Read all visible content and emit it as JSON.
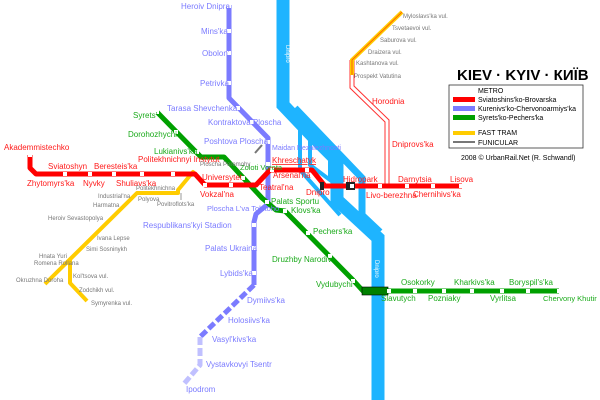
{
  "title": "KIEV · KYIV · КИЇВ",
  "legend": {
    "metro": "METRO",
    "red": "Sviatoshins'ko-Brovarska",
    "blue": "Kurenivs'ko-Chervonoarmiys'ka",
    "green": "Syrets'ko-Pechers'ka",
    "tram": "FAST TRAM",
    "funicular": "FUNICULAR"
  },
  "credit": "2008 © UrbanRail.Net (R. Schwandl)",
  "river": "Dnipro",
  "colors": {
    "red": "#ff0000",
    "blue": "#7b7bff",
    "green": "#00a000",
    "tram": "#ffcc00",
    "river": "#1eb4ff",
    "funicular": "#777777"
  },
  "lines": {
    "red": [
      "Akademmistechko",
      "Zhytomyrs'ka",
      "Sviatoshyn",
      "Nyvky",
      "Beresteis'ka",
      "Shuliavs'ka",
      "Politekhnichnyi Instytut",
      "Vokzal'na",
      "Universytet",
      "Teatral'na",
      "Khreschatyk",
      "Arsenal'na",
      "Dnipro",
      "Hidropark",
      "Livo-berezhna",
      "Darnytsia",
      "Chernihivs'ka",
      "Lisova",
      "Horodnia",
      "Dniprovs'ka"
    ],
    "blue": [
      "Heroiv Dnipra",
      "Mins'ka",
      "Obolon'",
      "Petrivka",
      "Tarasa Shevchenka",
      "Kontraktova Ploscha",
      "Poshtova Ploscha",
      "Maidan Nezalezhnosti",
      "Ploscha L'va Tolstoho",
      "Respublikans'kyi Stadion",
      "Palats Ukraina",
      "Lybids'ka",
      "Dymiivs'ka",
      "Holosiivs'ka",
      "Vasyl'kivs'ka",
      "Vystavkovyi Tsentr",
      "Ipodrom"
    ],
    "green": [
      "Syrets'",
      "Dorohozhychi",
      "Lukianivs'ka",
      "Zoloti Vorota",
      "Palats Sportu",
      "Klovs'ka",
      "Pechers'ka",
      "Druzhby Narodiv",
      "Vydubychi",
      "Slavutych",
      "Osokorky",
      "Pozniaky",
      "Kharkivs'ka",
      "Vyrlitsa",
      "Boryspil's'ka",
      "Chervony Khutir"
    ],
    "tram": [
      "Ploscha Peremohy",
      "Politekhnichna",
      "Polyova",
      "Povitroflots'ka",
      "Industrial'na",
      "Harmatna",
      "Heroiv Sevastopolya",
      "Ivana Lepse",
      "Simi Sosninykh",
      "Hnata Yuri",
      "Romena Rollana",
      "Okruzhna Doroha",
      "Kol'tsova vul.",
      "Zodchikh vul.",
      "Symyrenka vul.",
      "Myloslavs'ka vul.",
      "Tsvetaevoi vul.",
      "Saburova vul.",
      "Draizera vul.",
      "Kashtanova vul.",
      "Prospekt Vatutina"
    ]
  }
}
